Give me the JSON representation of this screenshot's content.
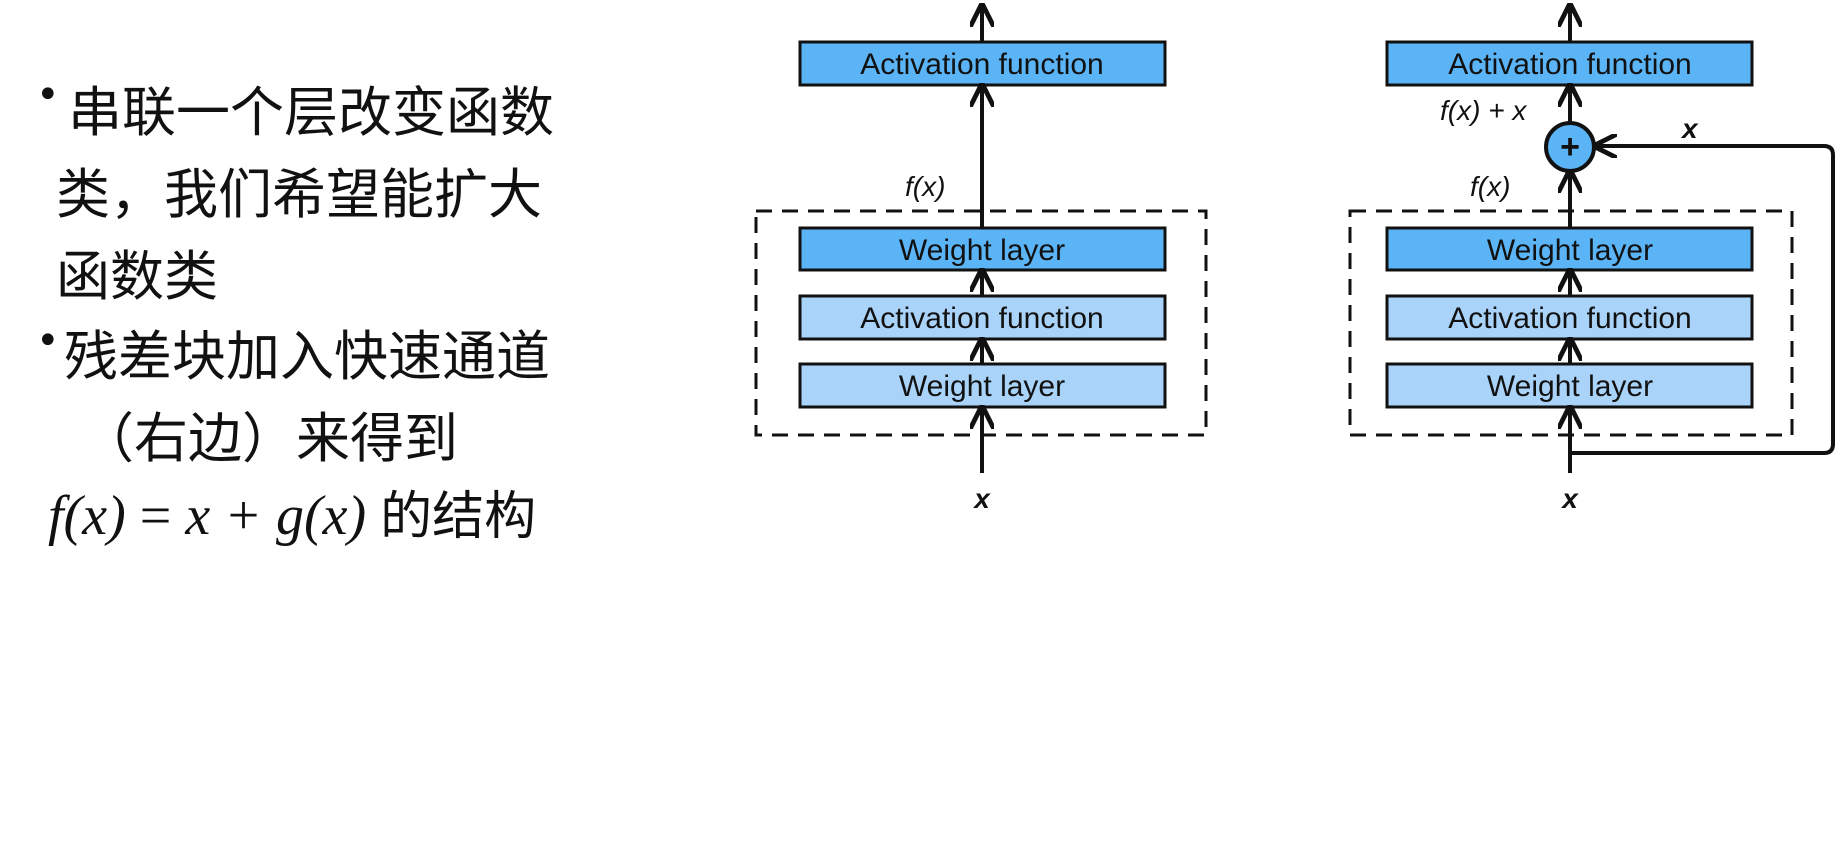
{
  "slide": {
    "bullets": [
      {
        "lines": [
          "串联一个层改变函数",
          "类，我们希望能扩大",
          "函数类"
        ]
      },
      {
        "lines": [
          "残差块加入快速通道",
          "（右边）来得到"
        ],
        "formula": {
          "lhs": "f(x)",
          "eq": "=",
          "rhs": "x + g(x)",
          "suffix": "的结构"
        }
      }
    ]
  },
  "diagrams": {
    "left": {
      "top_box": "Activation function",
      "inner_boxes": [
        "Weight layer",
        "Activation function",
        "Weight layer"
      ],
      "fx_label": "f(x)",
      "input_label": "x"
    },
    "right": {
      "top_box": "Activation function",
      "inner_boxes": [
        "Weight layer",
        "Activation function",
        "Weight layer"
      ],
      "fx_label": "f(x)",
      "sum_label": "f(x) + x",
      "skip_label": "x",
      "plus_symbol": "+",
      "input_label": "x"
    }
  },
  "colors": {
    "dark_blue": "#5ab4f5",
    "light_blue": "#a9d3f8",
    "stroke": "#111111"
  }
}
